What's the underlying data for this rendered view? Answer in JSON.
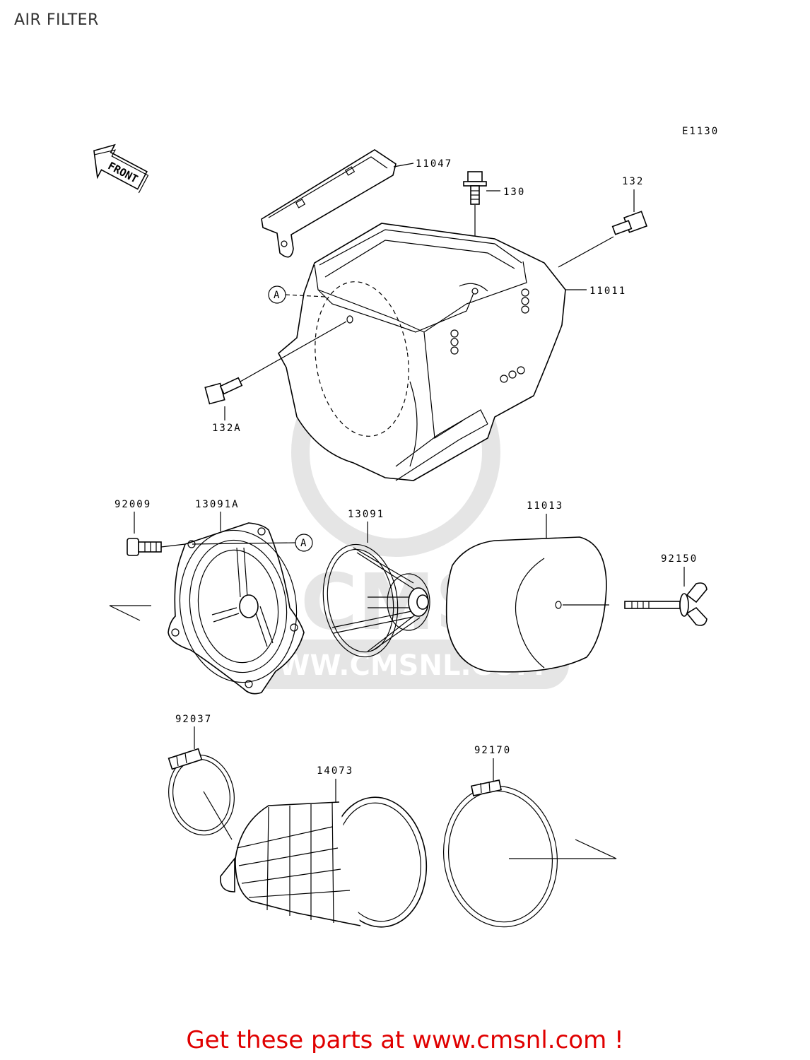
{
  "title": "AIR FILTER",
  "diagram_code": "E1130",
  "front_arrow_label": "FRONT",
  "watermark": {
    "brand": "CMS",
    "url": "WWW.CMSNL.COM"
  },
  "callouts": {
    "p11047": "11047",
    "p130": "130",
    "p132": "132",
    "p11011": "11011",
    "p132A": "132A",
    "refA_top": "A",
    "p92009": "92009",
    "p13091A": "13091A",
    "refA_cover": "A",
    "p13091": "13091",
    "p11013": "11013",
    "p92150": "92150",
    "p92037": "92037",
    "p14073": "14073",
    "p92170": "92170"
  },
  "promo": "Get these parts at www.cmsnl.com !",
  "colors": {
    "promo": "#e00000",
    "watermark": "#cfcfcf",
    "lines": "#000000"
  }
}
